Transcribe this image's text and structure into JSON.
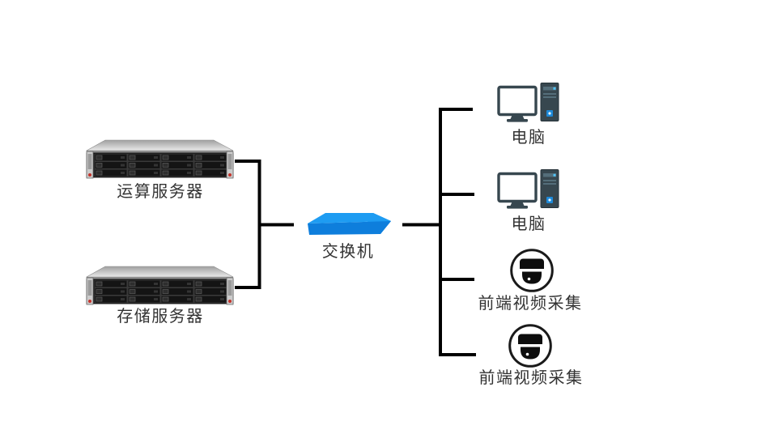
{
  "diagram": {
    "type": "network-topology",
    "background": "#ffffff"
  },
  "nodes": {
    "computing_server": {
      "label": "运算服务器",
      "icon": "rack-server-icon"
    },
    "storage_server": {
      "label": "存储服务器",
      "icon": "rack-server-icon"
    },
    "switch": {
      "label": "交换机",
      "icon": "network-switch-icon"
    },
    "pc_top": {
      "label": "电脑",
      "icon": "desktop-computer-icon"
    },
    "pc_bottom": {
      "label": "电脑",
      "icon": "desktop-computer-icon"
    },
    "camera_top": {
      "label": "前端视频采集",
      "icon": "dome-camera-icon"
    },
    "camera_bottom": {
      "label": "前端视频采集",
      "icon": "dome-camera-icon"
    }
  },
  "connections": [
    {
      "from": "computing_server",
      "to": "switch"
    },
    {
      "from": "storage_server",
      "to": "switch"
    },
    {
      "from": "switch",
      "to": "pc_top"
    },
    {
      "from": "switch",
      "to": "pc_bottom"
    },
    {
      "from": "switch",
      "to": "camera_top"
    },
    {
      "from": "switch",
      "to": "camera_bottom"
    }
  ],
  "colors": {
    "connector": "#000000",
    "label_text": "#333333",
    "switch_top": "#1E9CF2",
    "switch_front": "#0E7EDC",
    "switch_side": "#0F86E8",
    "pc_body": "#37474F",
    "pc_accent": "#4FC3F7",
    "camera_ink": "#111111",
    "server_chassis": "#1B1B1B",
    "server_top": "#D9D9D9",
    "server_led_red": "#C4342B"
  }
}
